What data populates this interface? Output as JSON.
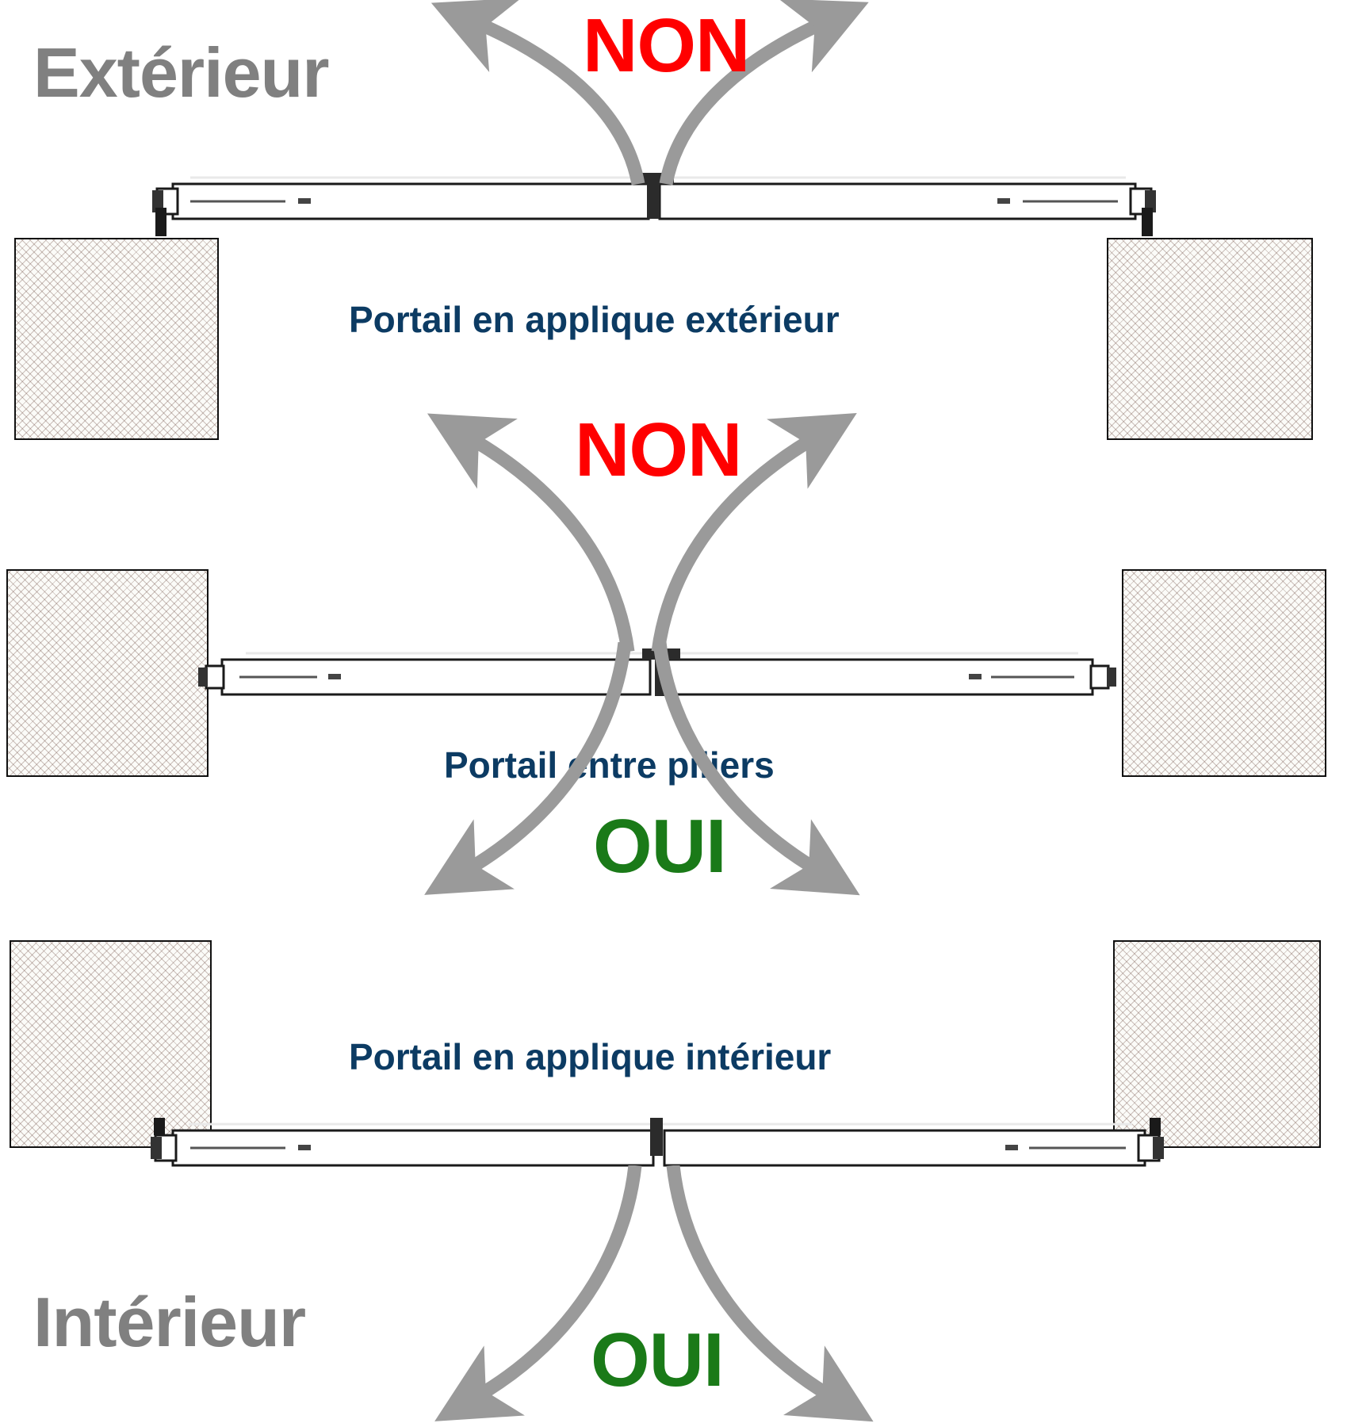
{
  "diagram": {
    "title_not_shown": false,
    "room_labels": {
      "exterior": "Extérieur",
      "interior": "Intérieur"
    },
    "colors": {
      "no_color": "#FF0000",
      "yes_color": "#1A7A18",
      "caption_color": "#0C3B63",
      "room_label_color": "#808080",
      "arrow_color": "#9A9A9A",
      "pillar_fill": "#FBFBF8",
      "outline_color": "#111111"
    },
    "verdicts": {
      "no": "NON",
      "yes": "OUI"
    },
    "configurations": [
      {
        "id": "applique-exterieur",
        "caption": "Portail en applique extérieur",
        "gate_position": "outside-face-of-pillars",
        "opening_direction": "outward",
        "verdict": "NON",
        "verdict_color": "#FF0000"
      },
      {
        "id": "entre-piliers",
        "caption": "Portail entre piliers",
        "gate_position": "between-pillars",
        "opening_outward_verdict": "NON",
        "opening_inward_verdict": "OUI",
        "verdict_no_color": "#FF0000",
        "verdict_yes_color": "#1A7A18"
      },
      {
        "id": "applique-interieur",
        "caption": "Portail en applique intérieur",
        "gate_position": "inside-face-of-pillars",
        "opening_direction": "inward",
        "verdict": "OUI",
        "verdict_color": "#1A7A18"
      }
    ],
    "icons": {
      "pillar": "hatched-pillar-icon",
      "gate_leaf": "gate-leaf-icon",
      "hinge": "hinge-bracket-icon",
      "center_stop": "center-stop-post-icon",
      "arrow_outward": "curved-arrow-outward-icon",
      "arrow_inward": "curved-arrow-inward-icon"
    }
  }
}
